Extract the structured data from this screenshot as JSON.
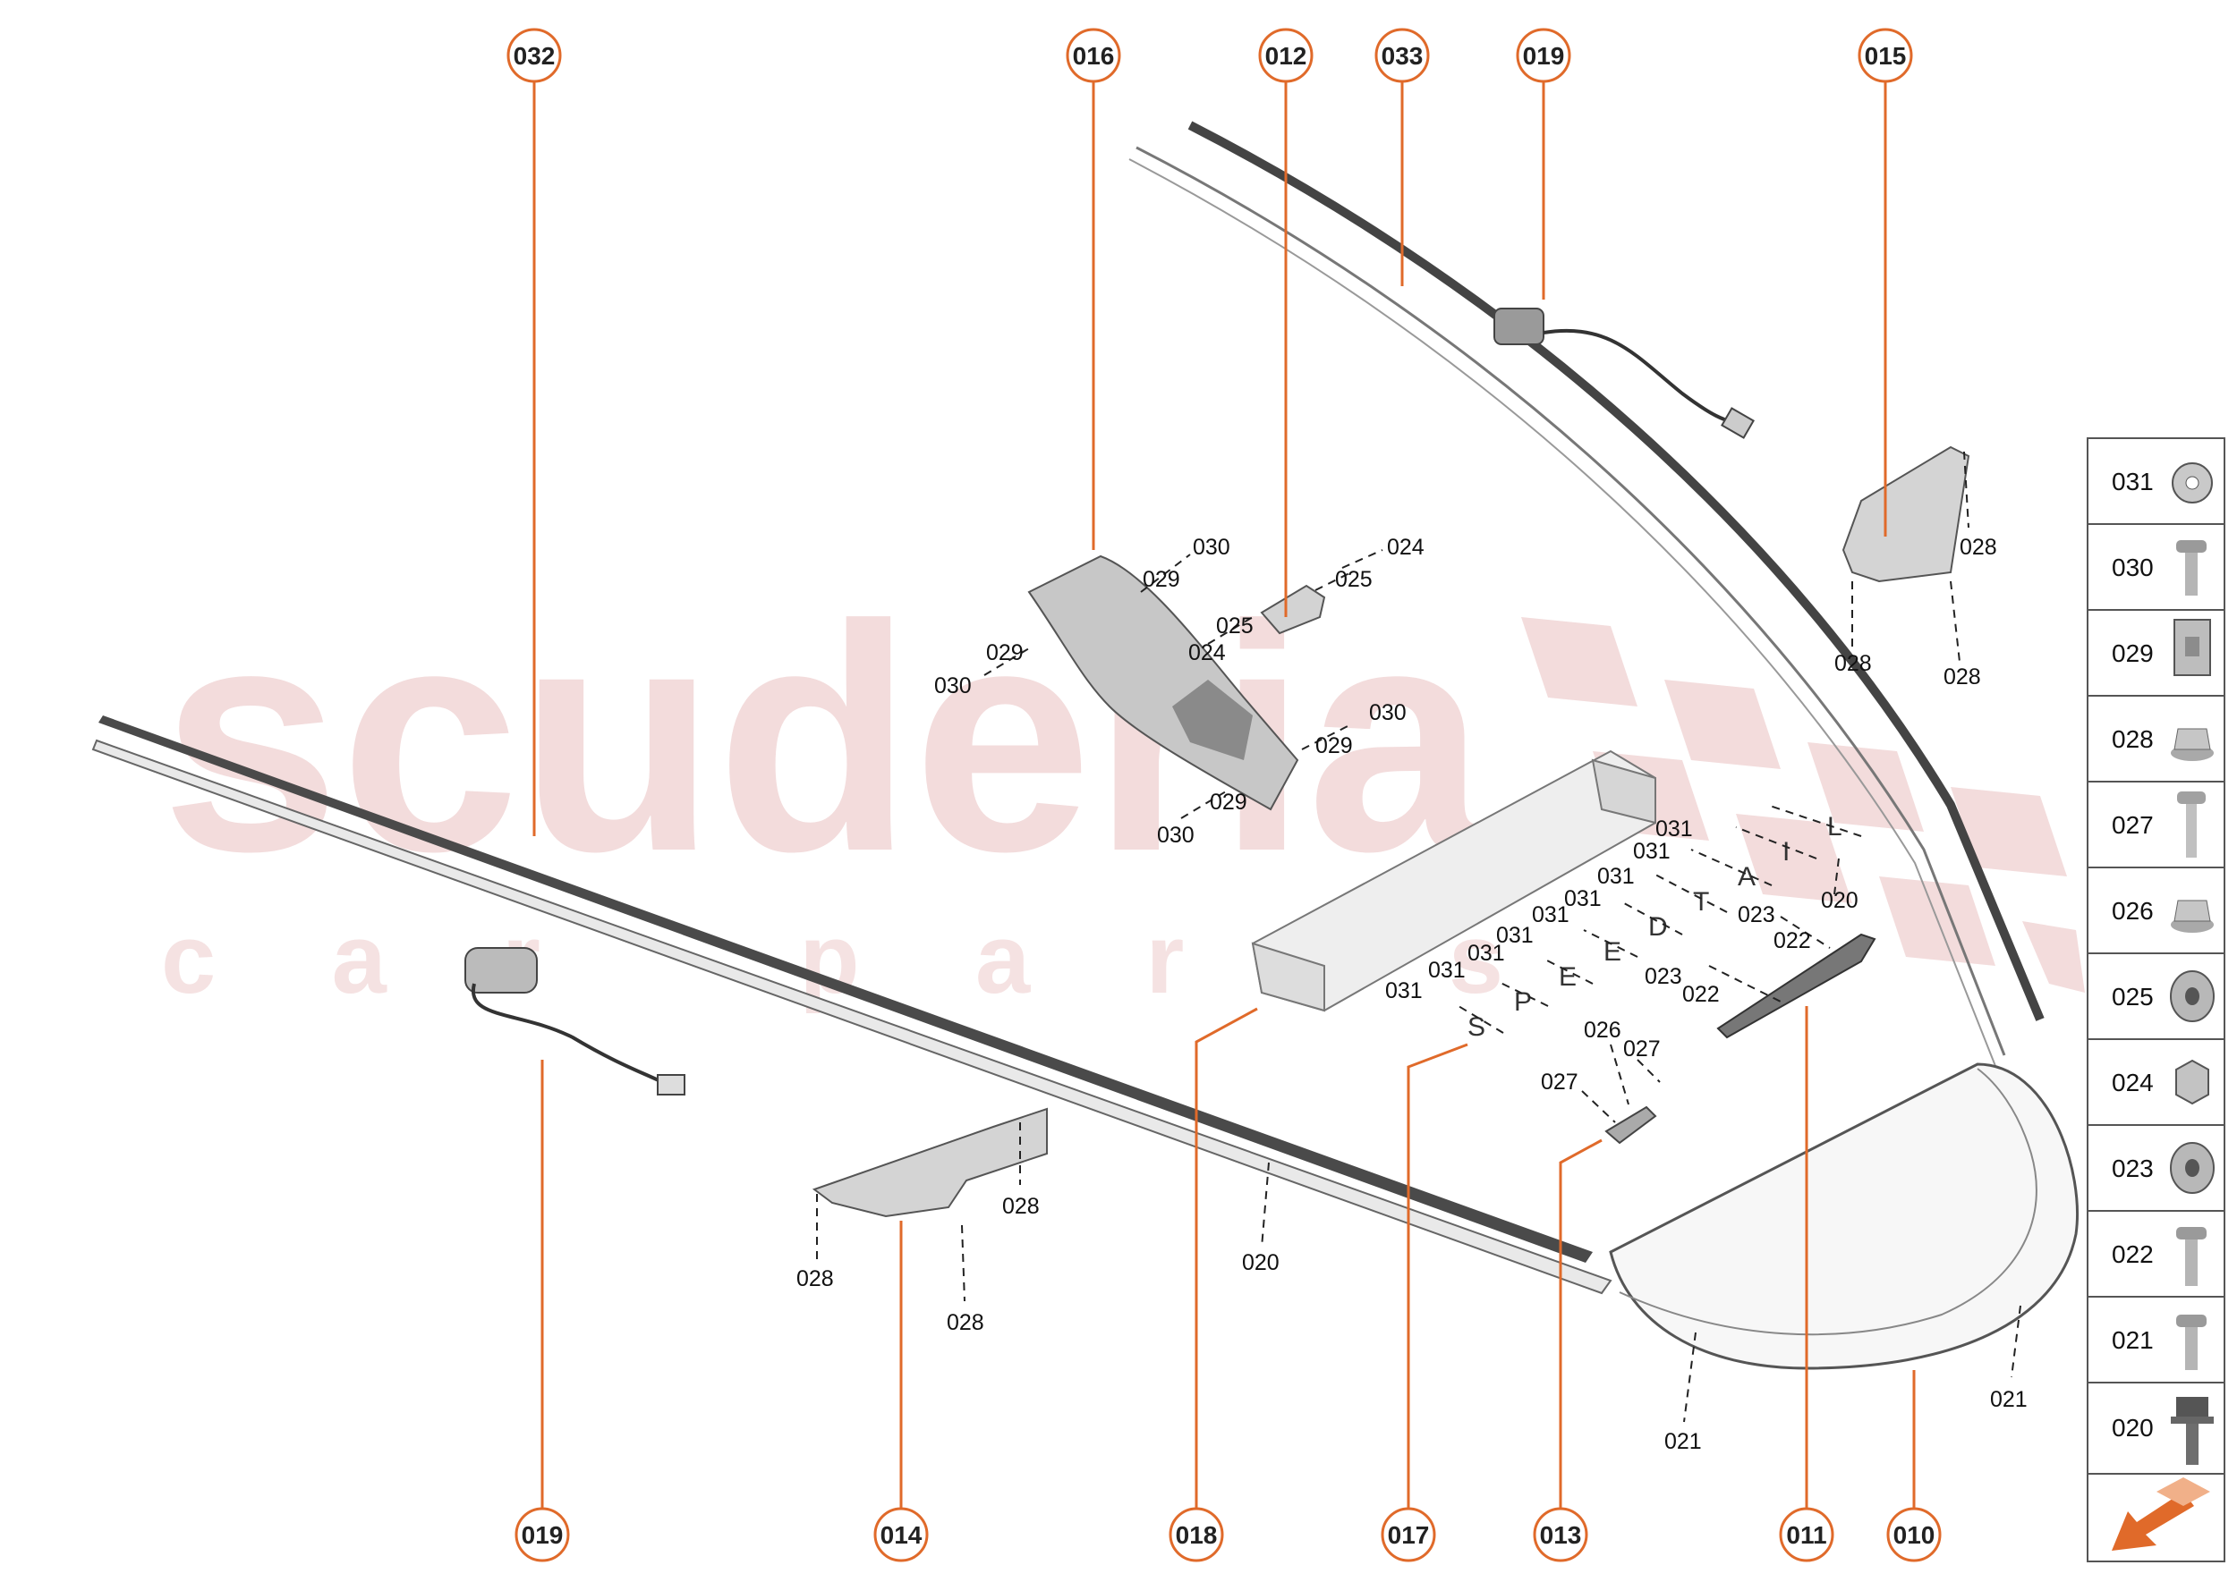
{
  "watermark": {
    "brand": "scuderia",
    "tagline": "car parts"
  },
  "callouts": [
    "032",
    "016",
    "012",
    "033",
    "019",
    "015",
    "019",
    "014",
    "018",
    "017",
    "013",
    "011",
    "010"
  ],
  "reference_labels": {
    "l_030a": "030",
    "l_029a": "029",
    "l_024a": "024",
    "l_025a": "025",
    "l_025b": "025",
    "l_029b": "029",
    "l_030b": "030",
    "l_024b": "024",
    "l_030c": "030",
    "l_029c": "029",
    "l_029d": "029",
    "l_030d": "030",
    "l_028a": "028",
    "l_028b": "028",
    "l_028c": "028",
    "l_031a": "031",
    "l_031b": "031",
    "l_031c": "031",
    "l_031d": "031",
    "l_031e": "031",
    "l_031f": "031",
    "l_031g": "031",
    "l_031h": "031",
    "l_031i": "031",
    "l_020a": "020",
    "l_023a": "023",
    "l_022a": "022",
    "l_023b": "023",
    "l_022b": "022",
    "l_026": "026",
    "l_027a": "027",
    "l_027b": "027",
    "l_028d": "028",
    "l_028e": "028",
    "l_028f": "028",
    "l_020b": "020",
    "l_021a": "021",
    "l_021b": "021"
  },
  "letters": [
    "S",
    "P",
    "E",
    "E",
    "D",
    "T",
    "A",
    "I",
    "L"
  ],
  "fastener_table": [
    {
      "code": "031",
      "icon": "star-washer-icon"
    },
    {
      "code": "030",
      "icon": "pan-head-screw-icon"
    },
    {
      "code": "029",
      "icon": "clip-nut-icon"
    },
    {
      "code": "028",
      "icon": "flange-nut-icon"
    },
    {
      "code": "027",
      "icon": "long-screw-icon"
    },
    {
      "code": "026",
      "icon": "flange-nut-icon"
    },
    {
      "code": "025",
      "icon": "flat-washer-icon"
    },
    {
      "code": "024",
      "icon": "hex-nut-icon"
    },
    {
      "code": "023",
      "icon": "flat-washer-icon"
    },
    {
      "code": "022",
      "icon": "pan-head-screw-icon"
    },
    {
      "code": "021",
      "icon": "pan-head-screw-icon"
    },
    {
      "code": "020",
      "icon": "flange-bolt-icon"
    }
  ],
  "colors": {
    "callout": "#e06a2a",
    "watermark": "#f3dcdc",
    "dark_part": "#333333"
  }
}
